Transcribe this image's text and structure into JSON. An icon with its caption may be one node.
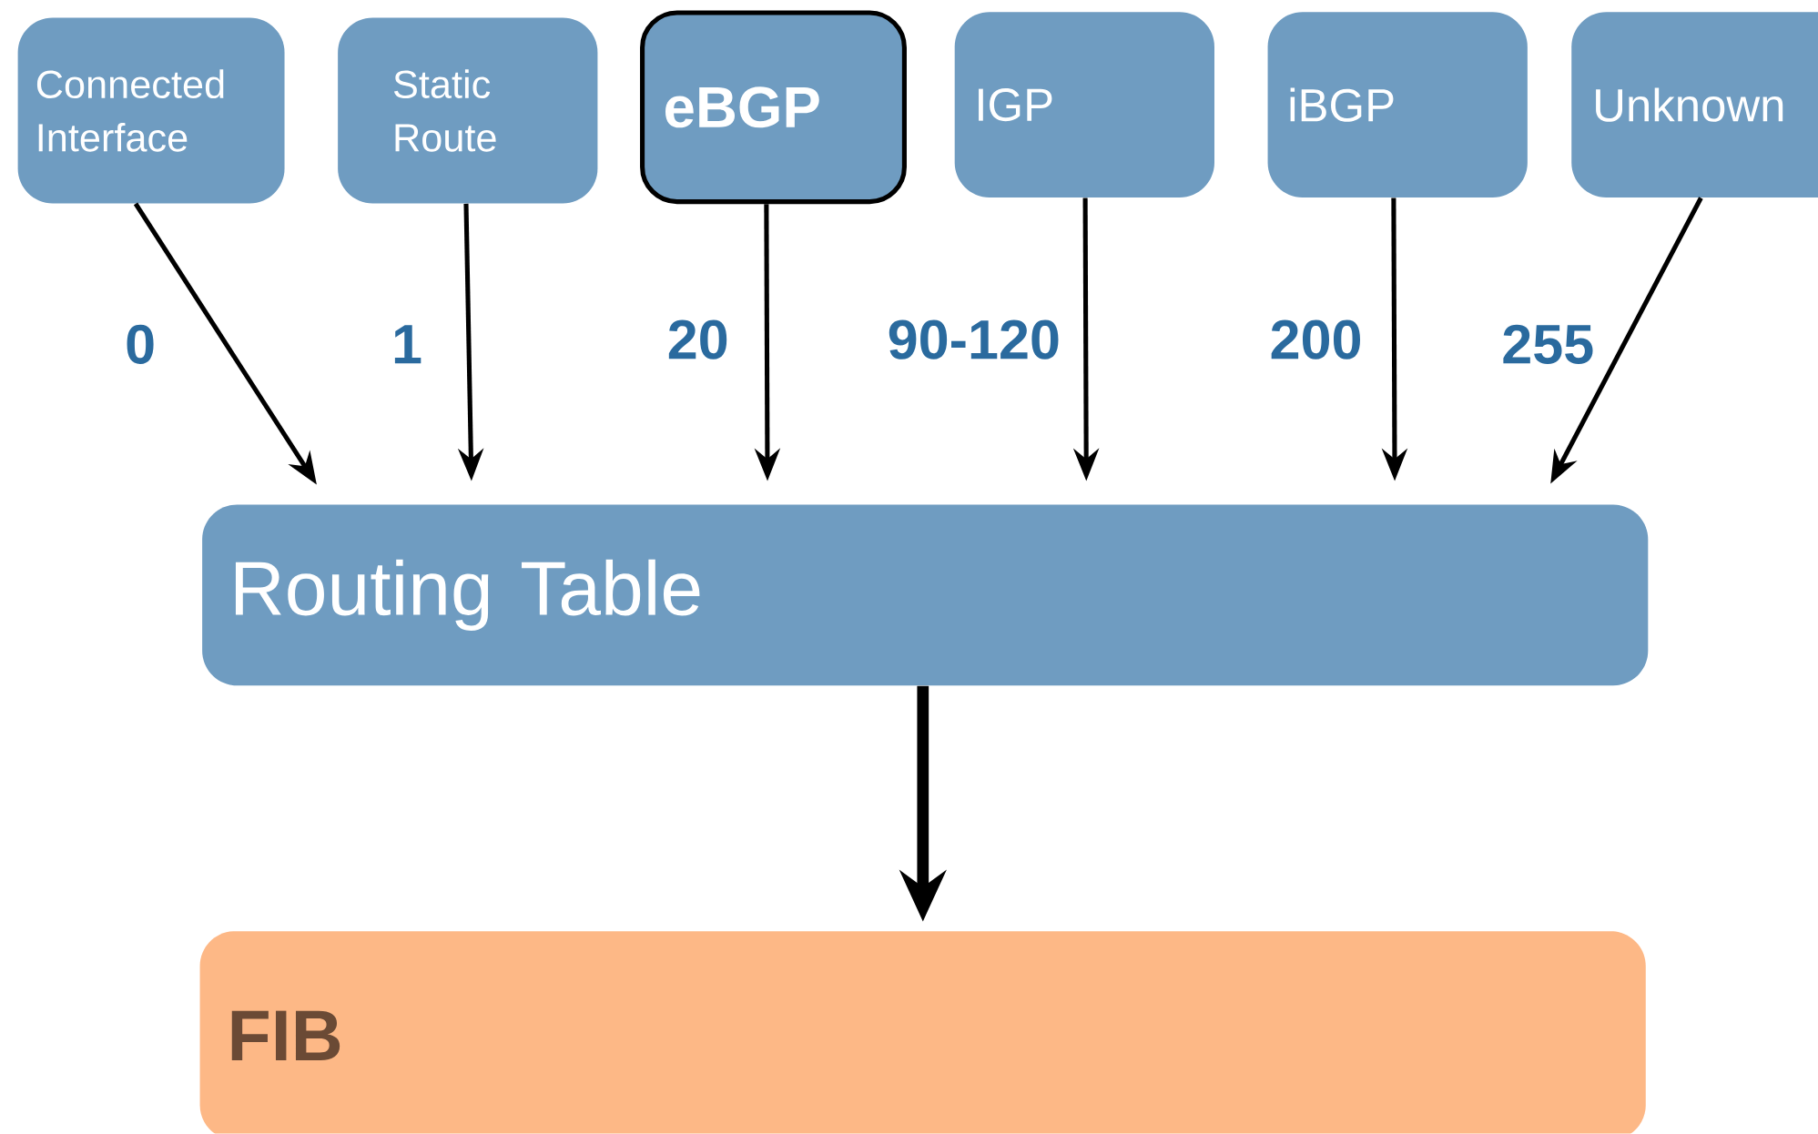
{
  "diagram": {
    "nodes": [
      {
        "text": [
          "Connected Interface"
        ]
      },
      {
        "text": [
          "Static Route"
        ]
      },
      {
        "text": [
          "eBGP"
        ]
      },
      {
        "text": [
          "IGP"
        ]
      },
      {
        "text": [
          "iBGP"
        ]
      },
      {
        "text": [
          "Unknown"
        ]
      },
      {
        "text": [
          "Routing Table"
        ]
      },
      {
        "text": [
          "FIB"
        ]
      }
    ],
    "edges": [
      {
        "from": 0,
        "to": 6,
        "arrow": "to",
        "label": "0"
      },
      {
        "from": 1,
        "to": 6,
        "arrow": "to",
        "label": "1"
      },
      {
        "from": 2,
        "to": 6,
        "arrow": "to",
        "label": "20"
      },
      {
        "from": 3,
        "to": 6,
        "arrow": "to",
        "label": "90-120"
      },
      {
        "from": 4,
        "to": 6,
        "arrow": "to",
        "label": "200"
      },
      {
        "from": 5,
        "to": 6,
        "arrow": "to",
        "label": "255"
      },
      {
        "from": 6,
        "to": 7,
        "arrow": "to",
        "style": "thick"
      }
    ]
  }
}
